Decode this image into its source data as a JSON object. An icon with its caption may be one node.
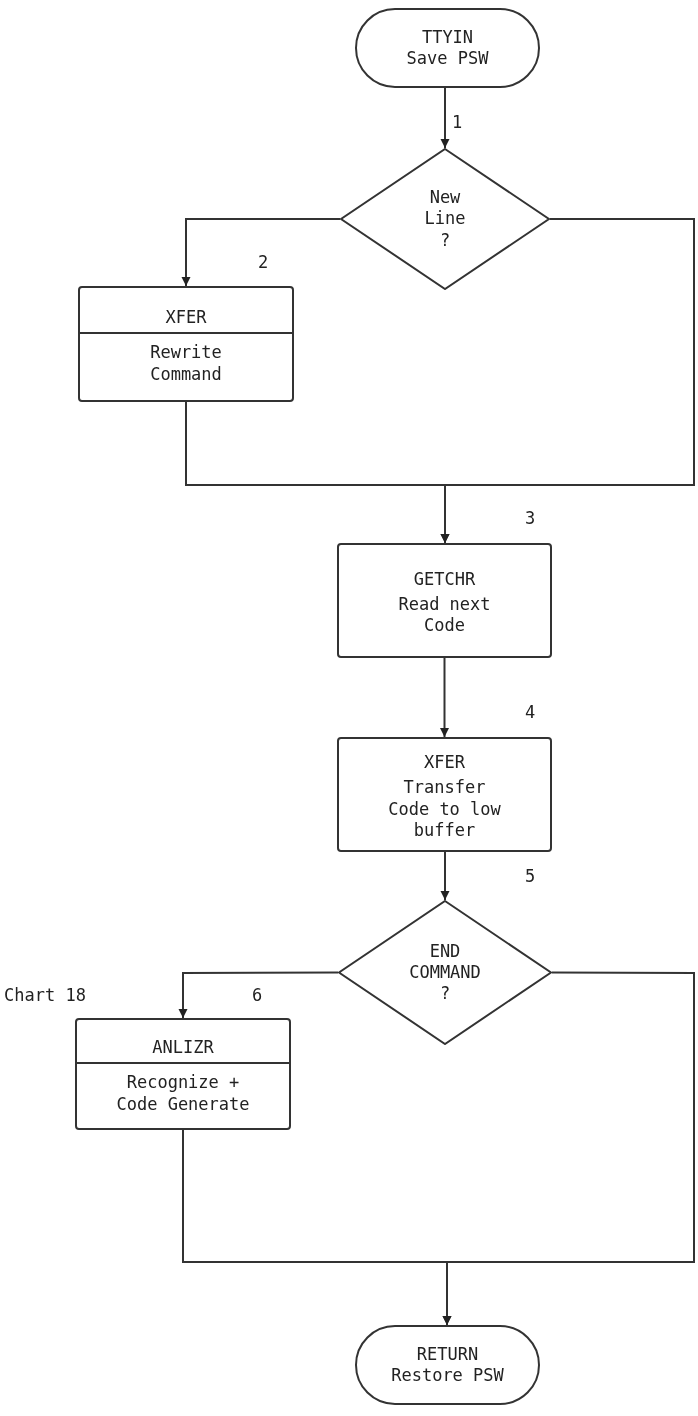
{
  "diagram": {
    "nodes": [
      {
        "text": [
          "TTYIN",
          "Save PSW"
        ]
      },
      {
        "text": [
          "New Line ?"
        ],
        "beside": [
          "1"
        ]
      },
      {
        "text": [
          "XFER",
          "Rewrite Command"
        ],
        "beside": [
          "2"
        ]
      },
      {
        "text": [
          "GETCHR",
          "Read next Code"
        ],
        "beside": [
          "3"
        ]
      },
      {
        "text": [
          "XFER",
          "Transfer Code to low buffer"
        ],
        "beside": [
          "4"
        ]
      },
      {
        "text": [
          "END COMMAND ?"
        ],
        "beside": [
          "5"
        ]
      },
      {
        "text": [
          "ANLIZR",
          "Recognize + Code Generate"
        ],
        "beside": [
          "Chart 18",
          "6"
        ]
      },
      {
        "text": [
          "RETURN",
          "Restore PSW"
        ]
      }
    ],
    "edges": [
      {
        "from": 0,
        "to": 1,
        "arrow": "to"
      },
      {
        "from": 1,
        "to": 2,
        "arrow": "to"
      },
      {
        "from": 1,
        "to": 3,
        "arrow": "to"
      },
      {
        "from": 2,
        "to": 3,
        "arrow": "to"
      },
      {
        "from": 3,
        "to": 4,
        "arrow": "to"
      },
      {
        "from": 4,
        "to": 5,
        "arrow": "to"
      },
      {
        "from": 5,
        "to": 6,
        "arrow": "to"
      },
      {
        "from": 5,
        "to": 7,
        "arrow": "to"
      },
      {
        "from": 6,
        "to": 7,
        "arrow": "to"
      }
    ]
  }
}
